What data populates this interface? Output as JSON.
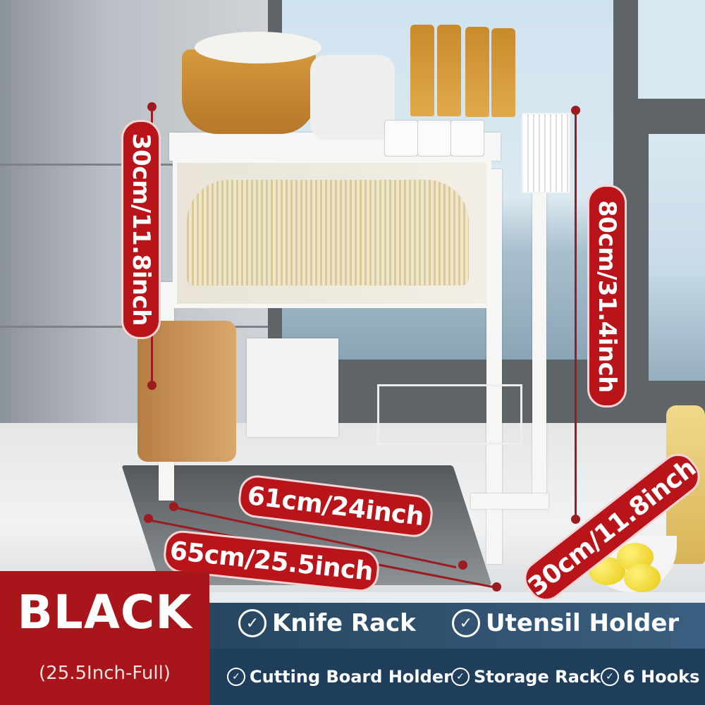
{
  "dimensions": {
    "height_cabinet": "30cm/11.8inch",
    "height_total": "80cm/31.4inch",
    "width_inner": "61cm/24inch",
    "width_outer": "65cm/25.5inch",
    "depth": "30cm/11.8inch"
  },
  "product": {
    "color_title": "BLACK",
    "variant": "(25.5Inch-Full)"
  },
  "features_primary": [
    {
      "icon": "check-circle-icon",
      "label": "Knife Rack"
    },
    {
      "icon": "check-circle-icon",
      "label": "Utensil Holder"
    }
  ],
  "features_secondary": [
    {
      "icon": "check-circle-icon",
      "label": "Cutting Board Holder"
    },
    {
      "icon": "check-circle-icon",
      "label": "Storage Rack"
    },
    {
      "icon": "check-circle-icon",
      "label": "6 Hooks"
    }
  ],
  "colors": {
    "accent_red": "#b8141a",
    "banner_blue": "#1e3e5c"
  }
}
